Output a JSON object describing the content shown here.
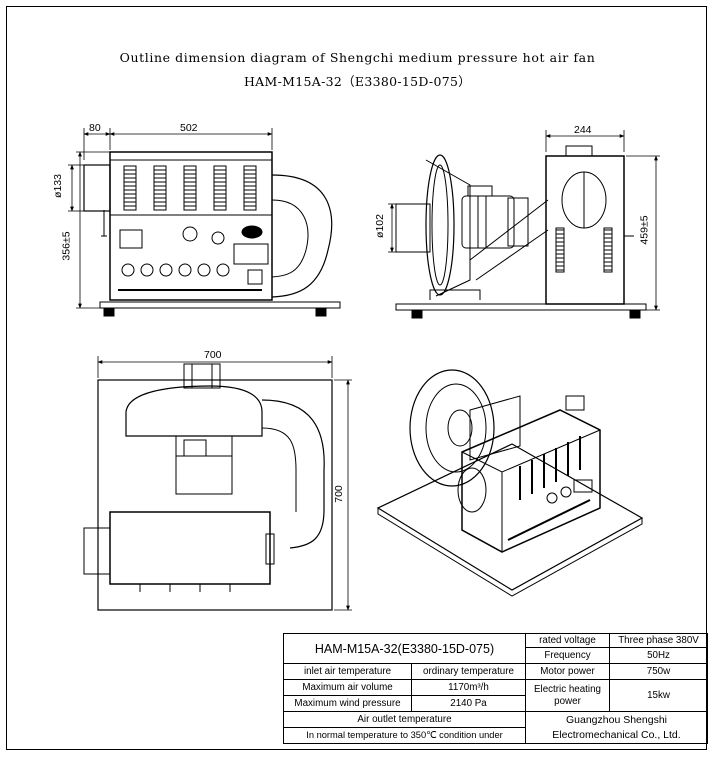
{
  "title": {
    "line1": "Outline dimension diagram of Shengchi medium pressure hot air fan",
    "line2": "HAM-M15A-32（E3380-15D-075）"
  },
  "dimensions": {
    "front_offset": "80",
    "front_width": "502",
    "front_outlet_dia": "ø133",
    "front_height": "356±5",
    "side_width": "244",
    "side_outlet_dia": "ø102",
    "side_height": "459±5",
    "top_width": "700",
    "top_depth": "700"
  },
  "spec_table": {
    "model": "HAM-M15A-32(E3380-15D-075)",
    "rated_voltage_label": "rated voltage",
    "rated_voltage_value": "Three phase 380V",
    "frequency_label": "Frequency",
    "frequency_value": "50Hz",
    "inlet_air_temperature_label": "inlet air temperature",
    "inlet_air_temperature_value": "ordinary temperature",
    "motor_power_label": "Motor power",
    "motor_power_value": "750w",
    "max_air_volume_label": "Maximum air volume",
    "max_air_volume_value": "1170m³/h",
    "electric_heating_power_label": "Electric heating power",
    "electric_heating_power_value": "15kw",
    "max_wind_pressure_label": "Maximum wind pressure",
    "max_wind_pressure_value": "2140 Pa",
    "air_outlet_temperature_label": "Air outlet temperature",
    "air_outlet_temperature_value": "In normal temperature to 350℃ condition under",
    "company_line1": "Guangzhou Shengshi",
    "company_line2": "Electromechanical Co., Ltd."
  }
}
